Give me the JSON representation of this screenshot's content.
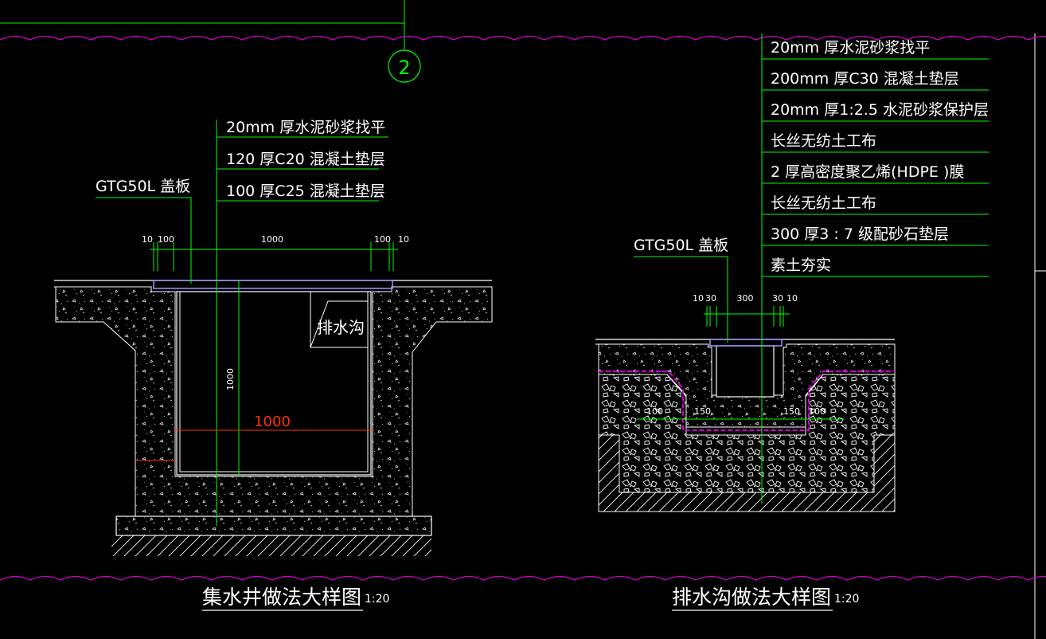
{
  "colors": {
    "background": "#000000",
    "linework": "#ffffff",
    "leader": "#00ff00",
    "cloud": "#cc00cc",
    "cover": "#9999ff",
    "dim_red": "#ff3300"
  },
  "axis_marker": {
    "label": "2"
  },
  "pit": {
    "title": "集水井做法大样图",
    "scale": "1:20",
    "cover_label": "GTG50L   盖板",
    "drain_label": "排水沟",
    "layers": [
      "20mm   厚水泥砂浆找平",
      "120  厚C20  混凝土垫层",
      "100  厚C25  混凝土垫层"
    ],
    "dims_top": [
      "10",
      "100",
      "1000",
      "100",
      "10"
    ],
    "dim_vertical": "1000",
    "dim_width": "1000"
  },
  "ditch": {
    "title": "排水沟做法大样图",
    "scale": "1:20",
    "cover_label": "GTG50L   盖板",
    "layers": [
      "20mm    厚水泥砂浆找平",
      "200mm     厚C30  混凝土垫层",
      "20mm    厚1:2.5  水泥砂浆保护层",
      "长丝无纺土工布",
      "2 厚高密度聚乙烯(HDPE  )膜",
      "长丝无纺土工布",
      "300  厚3 : 7 级配砂石垫层",
      "素土夯实"
    ],
    "dims_top": [
      "10",
      "30",
      "300",
      "30",
      "10"
    ],
    "dims_low": [
      "100",
      "150",
      "150",
      "100"
    ]
  }
}
